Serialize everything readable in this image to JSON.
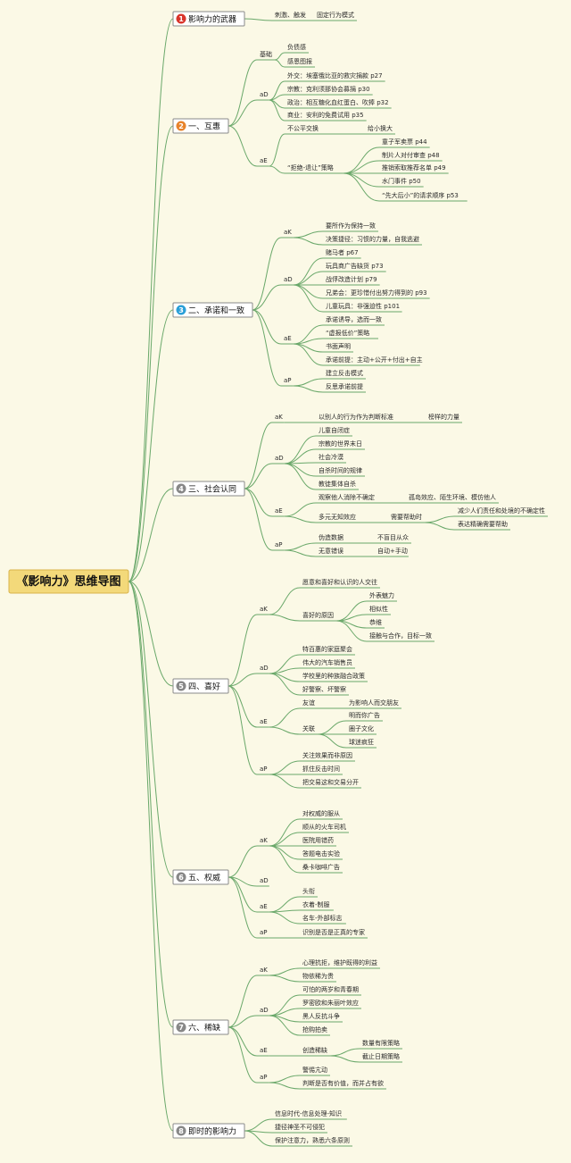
{
  "root": "《影响力》思维导图",
  "colors": {
    "line": "#6aa86a",
    "b1": "#d9342b",
    "b2": "#e8832a",
    "b3": "#2a9fd8",
    "bgray": "#888888"
  },
  "branches": [
    {
      "num": "1",
      "label": "影响力的武器",
      "badge": "b1",
      "children": [
        {
          "label": "刺激、触发",
          "children": [
            {
              "label": "固定行为模式"
            }
          ]
        }
      ]
    },
    {
      "num": "2",
      "label": "一、互惠",
      "badge": "b2",
      "children": [
        {
          "label": "基础",
          "children": [
            {
              "label": "负债感"
            },
            {
              "label": "感恩图报"
            }
          ]
        },
        {
          "label": "aD",
          "children": [
            {
              "label": "外交：埃塞俄比亚的救灾捐款 p27"
            },
            {
              "label": "宗教：克利须那协会募捐 p30"
            },
            {
              "label": "政治：相互糖化血红蛋白、吹捧 p32"
            },
            {
              "label": "商业：安利的免费试用 p35"
            }
          ]
        },
        {
          "label": "aE",
          "children": [
            {
              "label": "不公平交换",
              "children": [
                {
                  "label": "给小换大"
                }
              ]
            },
            {
              "label": "“拒绝-退让”策略",
              "children": [
                {
                  "label": "童子军卖票 p44"
                },
                {
                  "label": "制片人对付审查 p48"
                },
                {
                  "label": "推销索取推荐名单 p49"
                },
                {
                  "label": "水门事件 p50"
                },
                {
                  "label": "“先大后小”的请求顺序 p53"
                }
              ]
            }
          ]
        }
      ]
    },
    {
      "num": "3",
      "label": "二、承诺和一致",
      "badge": "b3",
      "children": [
        {
          "label": "aK",
          "children": [
            {
              "label": "要所作为保持一致"
            },
            {
              "label": "决策捷径：习惯的力量，自我逃避"
            }
          ]
        },
        {
          "label": "aD",
          "children": [
            {
              "label": "赌马者 p67"
            },
            {
              "label": "玩具商广告缺货 p73"
            },
            {
              "label": "战俘改造计划 p79"
            },
            {
              "label": "兄弟会：更珍惜付出努力得到的 p93"
            },
            {
              "label": "儿童玩具：非强迫性 p101"
            }
          ]
        },
        {
          "label": "aE",
          "children": [
            {
              "label": "承诺诱导，选而一致"
            },
            {
              "label": "“虚报低价”策略"
            },
            {
              "label": "书面声明"
            },
            {
              "label": "承诺前提：主动+公开+付出+自主"
            }
          ]
        },
        {
          "label": "aP",
          "children": [
            {
              "label": "建立反击模式"
            },
            {
              "label": "反思承诺前提"
            }
          ]
        }
      ]
    },
    {
      "num": "4",
      "label": "三、社会认同",
      "badge": "bgray",
      "children": [
        {
          "label": "aK",
          "children": [
            {
              "label": "以别人的行为作为判断标准",
              "children": [
                {
                  "label": "榜样的力量"
                }
              ]
            }
          ]
        },
        {
          "label": "aD",
          "children": [
            {
              "label": "儿童自闭症"
            },
            {
              "label": "宗教的世界末日"
            },
            {
              "label": "社会冷漠"
            },
            {
              "label": "自杀时间的规律"
            },
            {
              "label": "教徒集体自杀"
            }
          ]
        },
        {
          "label": "aE",
          "children": [
            {
              "label": "观察他人消除不确定",
              "children": [
                {
                  "label": "孤岛效应、陌生环境、模仿他人"
                }
              ]
            },
            {
              "label": "多元无知效应",
              "children": [
                {
                  "label": "需要帮助时",
                  "children": [
                    {
                      "label": "减少人们责任和处境的不确定性"
                    },
                    {
                      "label": "表达精确需要帮助"
                    }
                  ]
                }
              ]
            }
          ]
        },
        {
          "label": "aP",
          "children": [
            {
              "label": "伪造数据",
              "children": [
                {
                  "label": "不盲目从众"
                }
              ]
            },
            {
              "label": "无意错误",
              "children": [
                {
                  "label": "自动+手动"
                }
              ]
            }
          ]
        }
      ]
    },
    {
      "num": "5",
      "label": "四、喜好",
      "badge": "bgray",
      "children": [
        {
          "label": "aK",
          "children": [
            {
              "label": "愿意和喜好和认识的人交往"
            },
            {
              "label": "喜好的原因",
              "children": [
                {
                  "label": "外表魅力"
                },
                {
                  "label": "相似性"
                },
                {
                  "label": "恭维"
                },
                {
                  "label": "接触与合作，目标一致"
                }
              ]
            }
          ]
        },
        {
          "label": "aD",
          "children": [
            {
              "label": "特百惠的家庭聚会"
            },
            {
              "label": "伟大的汽车销售员"
            },
            {
              "label": "学校里的种族融合政策"
            },
            {
              "label": "好警察、坏警察"
            }
          ]
        },
        {
          "label": "aE",
          "children": [
            {
              "label": "友谊",
              "children": [
                {
                  "label": "为影响人而交朋友"
                }
              ]
            },
            {
              "label": "关联",
              "children": [
                {
                  "label": "明而你广告"
                },
                {
                  "label": "圈子文化"
                },
                {
                  "label": "球迷疯狂"
                }
              ]
            }
          ]
        },
        {
          "label": "aP",
          "children": [
            {
              "label": "关注效果而非原因"
            },
            {
              "label": "抓住反击时间"
            },
            {
              "label": "把交易这和交易分开"
            }
          ]
        }
      ]
    },
    {
      "num": "6",
      "label": "五、权威",
      "badge": "bgray",
      "children": [
        {
          "label": "aK",
          "children": [
            {
              "label": "对权威的服从"
            },
            {
              "label": "顺从的火车司机"
            },
            {
              "label": "医院用错药"
            },
            {
              "label": "答题电击实验"
            },
            {
              "label": "桑卡咖啡广告"
            }
          ]
        },
        {
          "label": "aD"
        },
        {
          "label": "aE",
          "children": [
            {
              "label": "头衔"
            },
            {
              "label": "衣着-制服"
            },
            {
              "label": "名车-外部标志"
            }
          ]
        },
        {
          "label": "aP",
          "children": [
            {
              "label": "识别是否是正真的专家"
            }
          ]
        }
      ]
    },
    {
      "num": "7",
      "label": "六、稀缺",
      "badge": "bgray",
      "children": [
        {
          "label": "aK",
          "children": [
            {
              "label": "心理抗拒，维护既得的利益"
            },
            {
              "label": "物依稀为贵"
            }
          ]
        },
        {
          "label": "aD",
          "children": [
            {
              "label": "可怕的两岁和青春期"
            },
            {
              "label": "罗密欧和朱丽叶效应"
            },
            {
              "label": "黑人反抗斗争"
            },
            {
              "label": "抢购拍卖"
            }
          ]
        },
        {
          "label": "aE",
          "children": [
            {
              "label": "创造稀缺",
              "children": [
                {
                  "label": "数量有限策略"
                },
                {
                  "label": "截止日期策略"
                }
              ]
            }
          ]
        },
        {
          "label": "aP",
          "children": [
            {
              "label": "警惕亢动"
            },
            {
              "label": "判断是否有价值，而并占有欲"
            }
          ]
        }
      ]
    },
    {
      "num": "8",
      "label": "即时的影响力",
      "badge": "bgray",
      "children": [
        {
          "label": "信息时代-信息处理-知识"
        },
        {
          "label": "捷径神圣不可侵犯"
        },
        {
          "label": "保护注意力，熟悉六条原则"
        }
      ]
    }
  ]
}
